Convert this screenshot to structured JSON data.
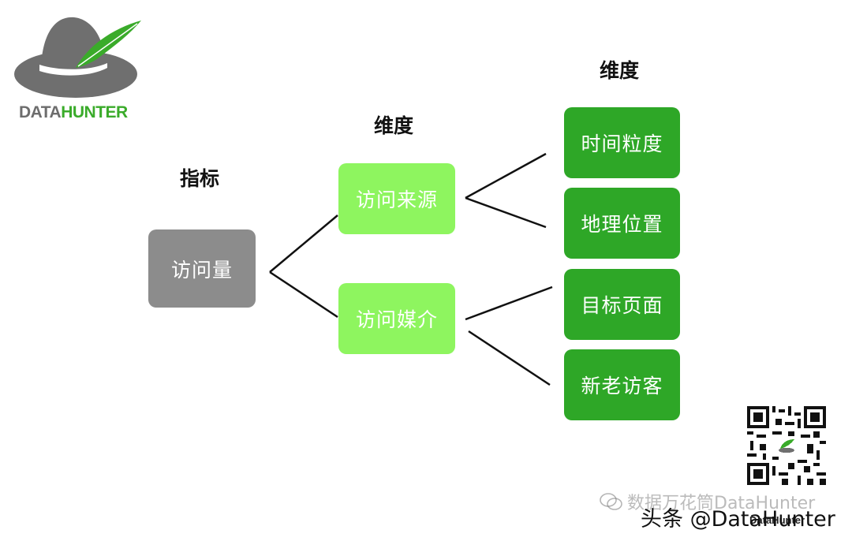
{
  "logo": {
    "text_part1": "DATA",
    "text_part2": "HUNTER"
  },
  "headings": {
    "metric": "指标",
    "dimension_1": "维度",
    "dimension_2": "维度"
  },
  "nodes": {
    "metric": "访问量",
    "source": "访问来源",
    "medium": "访问媒介",
    "time": "时间粒度",
    "geo": "地理位置",
    "target": "目标页面",
    "visitor": "新老访客"
  },
  "colors": {
    "gray": "#8c8c8c",
    "light_green": "#8ef55f",
    "dark_green": "#2ea727"
  },
  "qr": {
    "subtitle": "DataHunter"
  },
  "watermarks": {
    "wechat": "数据万花筒DataHunter",
    "toutiao": "头条 @DataHunter"
  }
}
